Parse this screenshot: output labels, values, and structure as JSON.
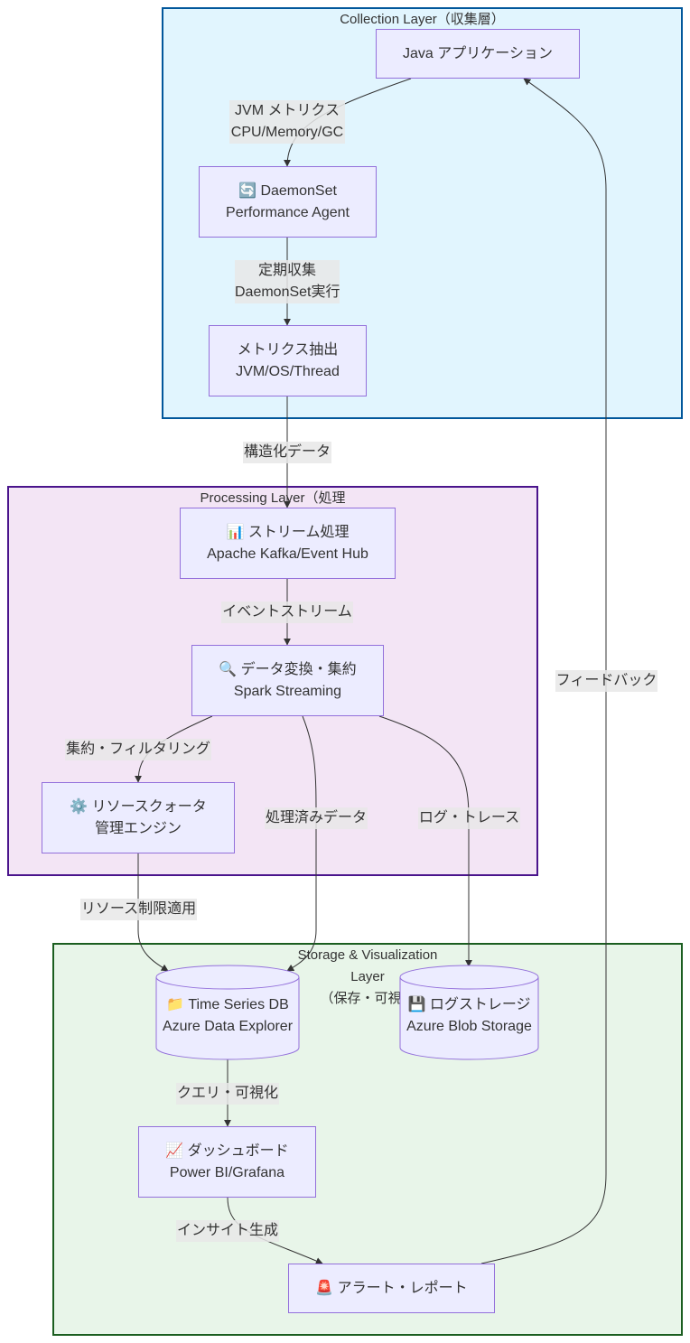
{
  "colors": {
    "node_fill": "#ececff",
    "node_stroke": "#9370db",
    "edge": "#333333",
    "collection_fill": "#e1f5fe",
    "collection_stroke": "#01579b",
    "processing_fill": "#f3e5f5",
    "processing_stroke": "#4a148c",
    "storage_fill": "#e8f5e9",
    "storage_stroke": "#1b5e20"
  },
  "clusters": {
    "collection": {
      "title": "Collection Layer（収集層）"
    },
    "processing": {
      "title": "Processing Layer（処理"
    },
    "storage": {
      "title_line1": "Storage & Visualization",
      "title_line2": "Layer",
      "title_line3": "（保存・可視化"
    }
  },
  "nodes": {
    "java_app": {
      "line1": "Java アプリケーション"
    },
    "daemonset": {
      "icon": "🔄",
      "line1": "DaemonSet",
      "line2": "Performance Agent"
    },
    "metrics": {
      "line1": "メトリクス抽出",
      "line2": "JVM/OS/Thread"
    },
    "stream": {
      "icon": "📊",
      "line1": "ストリーム処理",
      "line2": "Apache Kafka/Event Hub"
    },
    "transform": {
      "icon": "🔍",
      "line1": "データ変換・集約",
      "line2": "Spark Streaming"
    },
    "quota": {
      "icon": "⚙️",
      "line1": "リソースクォータ",
      "line2": "管理エンジン"
    },
    "tsdb": {
      "icon": "📁",
      "line1": "Time Series DB",
      "line2": "Azure Data Explorer"
    },
    "logstore": {
      "icon": "💾",
      "line1": "ログストレージ",
      "line2": "Azure Blob Storage"
    },
    "dashboard": {
      "icon": "📈",
      "line1": "ダッシュボード",
      "line2": "Power BI/Grafana"
    },
    "alert": {
      "icon": "🚨",
      "line1": "アラート・レポート"
    }
  },
  "edges": {
    "jvm_metrics": {
      "line1": "JVM メトリクス",
      "line2": "CPU/Memory/GC"
    },
    "periodic": {
      "line1": "定期収集",
      "line2": "DaemonSet実行"
    },
    "structured": {
      "line1": "構造化データ"
    },
    "event_stream": {
      "line1": "イベントストリーム"
    },
    "aggregate_filter": {
      "line1": "集約・フィルタリング"
    },
    "processed": {
      "line1": "処理済みデータ"
    },
    "log_trace": {
      "line1": "ログ・トレース"
    },
    "resource_limit": {
      "line1": "リソース制限適用"
    },
    "query_visual": {
      "line1": "クエリ・可視化"
    },
    "insight": {
      "line1": "インサイト生成"
    },
    "feedback": {
      "line1": "フィードバック"
    }
  }
}
